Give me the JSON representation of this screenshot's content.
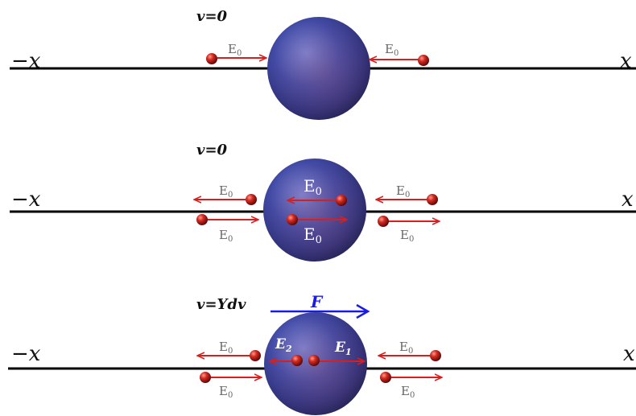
{
  "axis": {
    "neg": "−x",
    "pos": "x"
  },
  "energy_label": "E0",
  "panel1": {
    "velocity": "v=0"
  },
  "panel2": {
    "velocity": "v=0"
  },
  "panel3": {
    "velocity": "v=Ydv",
    "force": "F",
    "e_left": "E2",
    "e_right": "E1"
  },
  "colors": {
    "arrow": "#d62020",
    "force": "#1a1ae6",
    "sphere": "#3a44a0",
    "particle": "#c01818"
  }
}
